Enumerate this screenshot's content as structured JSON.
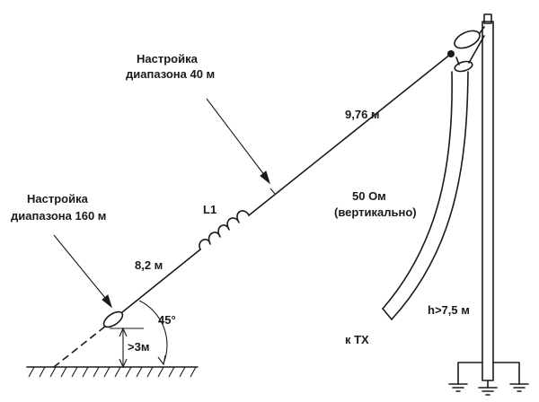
{
  "labels": {
    "tune_40_line1": "Настройка",
    "tune_40_line2": "диапазона 40 м",
    "tune_160_line1": "Настройка",
    "tune_160_line2": "диапазона 160 м",
    "inductor": "L1",
    "length_upper": "9,76 м",
    "length_lower": "8,2 м",
    "coax_impedance": "50 Ом",
    "coax_orientation": "(вертикально)",
    "tx": "к ТХ",
    "mast_height": "h>7,5 м",
    "ground_clearance": ">3м",
    "angle": "45°"
  },
  "colors": {
    "ink": "#1a1a1a",
    "paper": "#ffffff"
  }
}
